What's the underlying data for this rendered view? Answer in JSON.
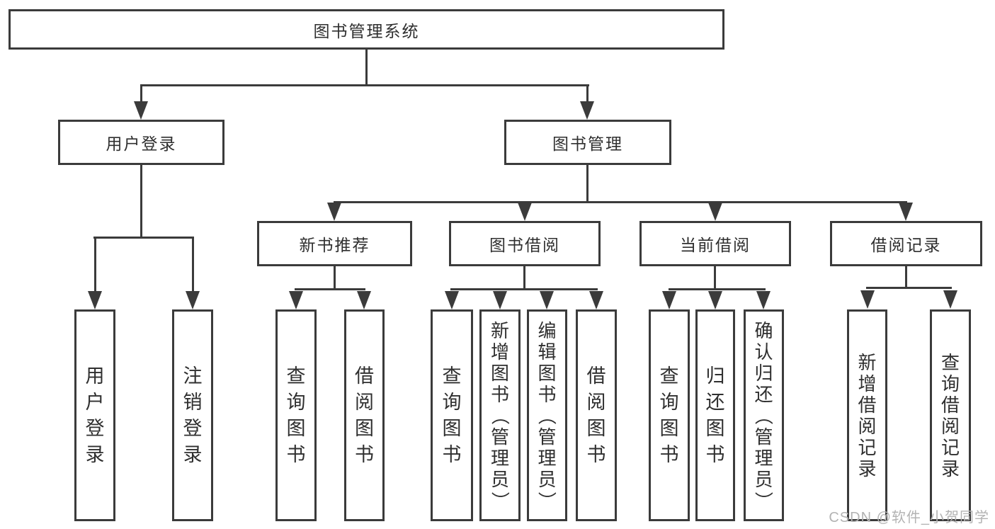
{
  "colors": {
    "line": "#3b3b3b",
    "box_border": "#3b3b3b",
    "text": "#2f2f2f",
    "watermark": "#b3b3b3",
    "background": "#ffffff"
  },
  "tree": {
    "root": {
      "label": "图书管理系统"
    },
    "branches": [
      {
        "label": "用户登录",
        "children": [
          {
            "label": "用户登录"
          },
          {
            "label": "注销登录"
          }
        ]
      },
      {
        "label": "图书管理",
        "children": [
          {
            "label": "新书推荐",
            "children": [
              {
                "label": "查询图书"
              },
              {
                "label": "借阅图书"
              }
            ]
          },
          {
            "label": "图书借阅",
            "children": [
              {
                "label": "查询图书"
              },
              {
                "label": "新增图书（管理员）"
              },
              {
                "label": "编辑图书（管理员）"
              },
              {
                "label": "借阅图书"
              }
            ]
          },
          {
            "label": "当前借阅",
            "children": [
              {
                "label": "查询图书"
              },
              {
                "label": "归还图书"
              },
              {
                "label": "确认归还（管理员）"
              }
            ]
          },
          {
            "label": "借阅记录",
            "children": [
              {
                "label": "新增借阅记录"
              },
              {
                "label": "查询借阅记录"
              }
            ]
          }
        ]
      }
    ]
  },
  "watermark": {
    "text": "CSDN @软件_小贺同学"
  }
}
